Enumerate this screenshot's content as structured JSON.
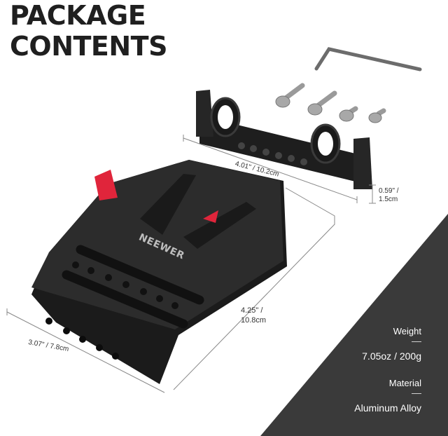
{
  "title": {
    "line1": "PACKAGE",
    "line2": "CONTENTS"
  },
  "brand": "NEEWER",
  "dimensions": {
    "clamp_width": "4.01\" / 10.2cm",
    "clamp_height": "0.59\" / 1.5cm",
    "plate_length": "4.25\" / 10.8cm",
    "plate_width": "3.07\" / 7.8cm"
  },
  "specs": [
    {
      "label": "Weight",
      "value": "7.05oz / 200g"
    },
    {
      "label": "Material",
      "value": "Aluminum Alloy"
    }
  ],
  "colors": {
    "dark_panel": "#3a3a3a",
    "plate": "#262626",
    "accent_red": "#e0253b"
  }
}
